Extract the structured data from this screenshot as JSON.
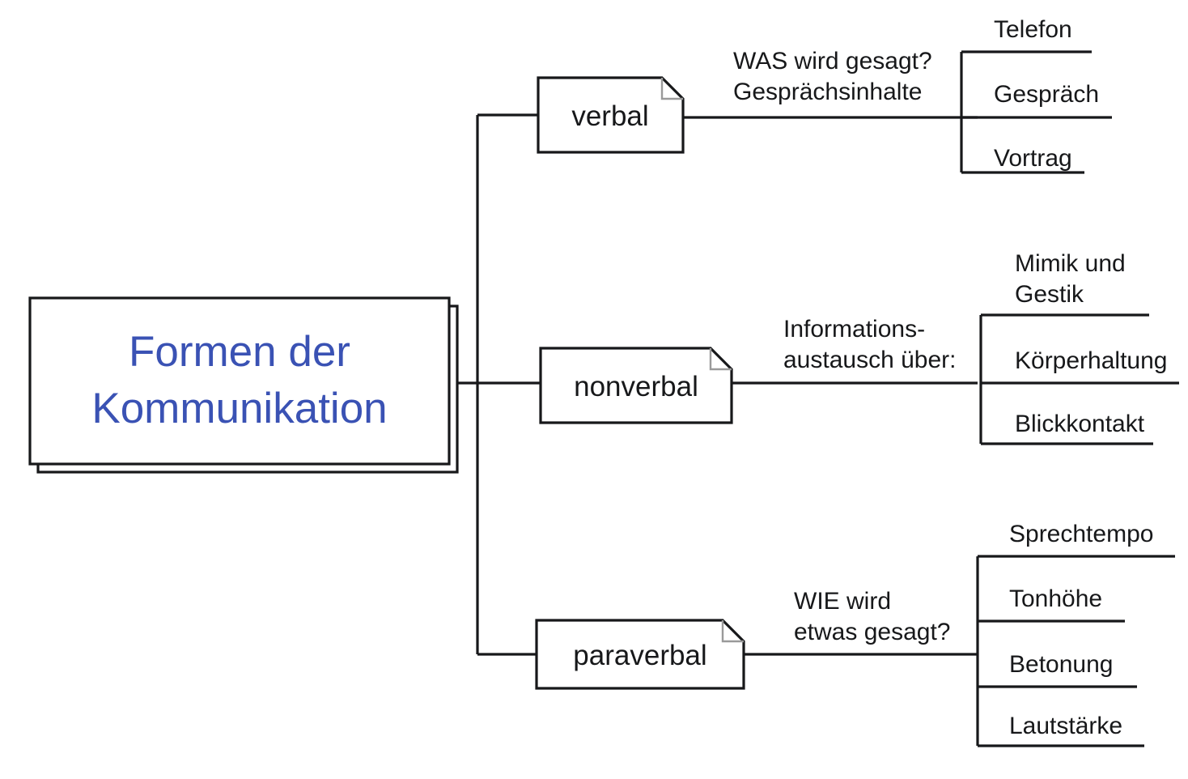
{
  "diagram": {
    "type": "mind-map",
    "title": "Formen der Kommunikation",
    "language": "de",
    "colors": {
      "center_text": "#3a52b4",
      "line": "#17181a",
      "node_text": "#17181a",
      "background": "#ffffff",
      "fold": "#9a9a9a"
    },
    "center": {
      "line1": "Formen der",
      "line2": "Kommunikation"
    },
    "branches": [
      {
        "id": "verbal",
        "label": "verbal",
        "edge_label_line1": "WAS wird gesagt?",
        "edge_label_line2": "Gesprächsinhalte",
        "leaves": [
          "Telefon",
          "Gespräch",
          "Vortrag"
        ]
      },
      {
        "id": "nonverbal",
        "label": "nonverbal",
        "edge_label_line1": "Informations-",
        "edge_label_line2": "austausch über:",
        "leaves": [
          "Mimik und",
          "Gestik",
          "Körperhaltung",
          "Blickkontakt"
        ]
      },
      {
        "id": "paraverbal",
        "label": "paraverbal",
        "edge_label_line1": "WIE wird",
        "edge_label_line2": "etwas gesagt?",
        "leaves": [
          "Sprechtempo",
          "Tonhöhe",
          "Betonung",
          "Lautstärke"
        ]
      }
    ]
  }
}
